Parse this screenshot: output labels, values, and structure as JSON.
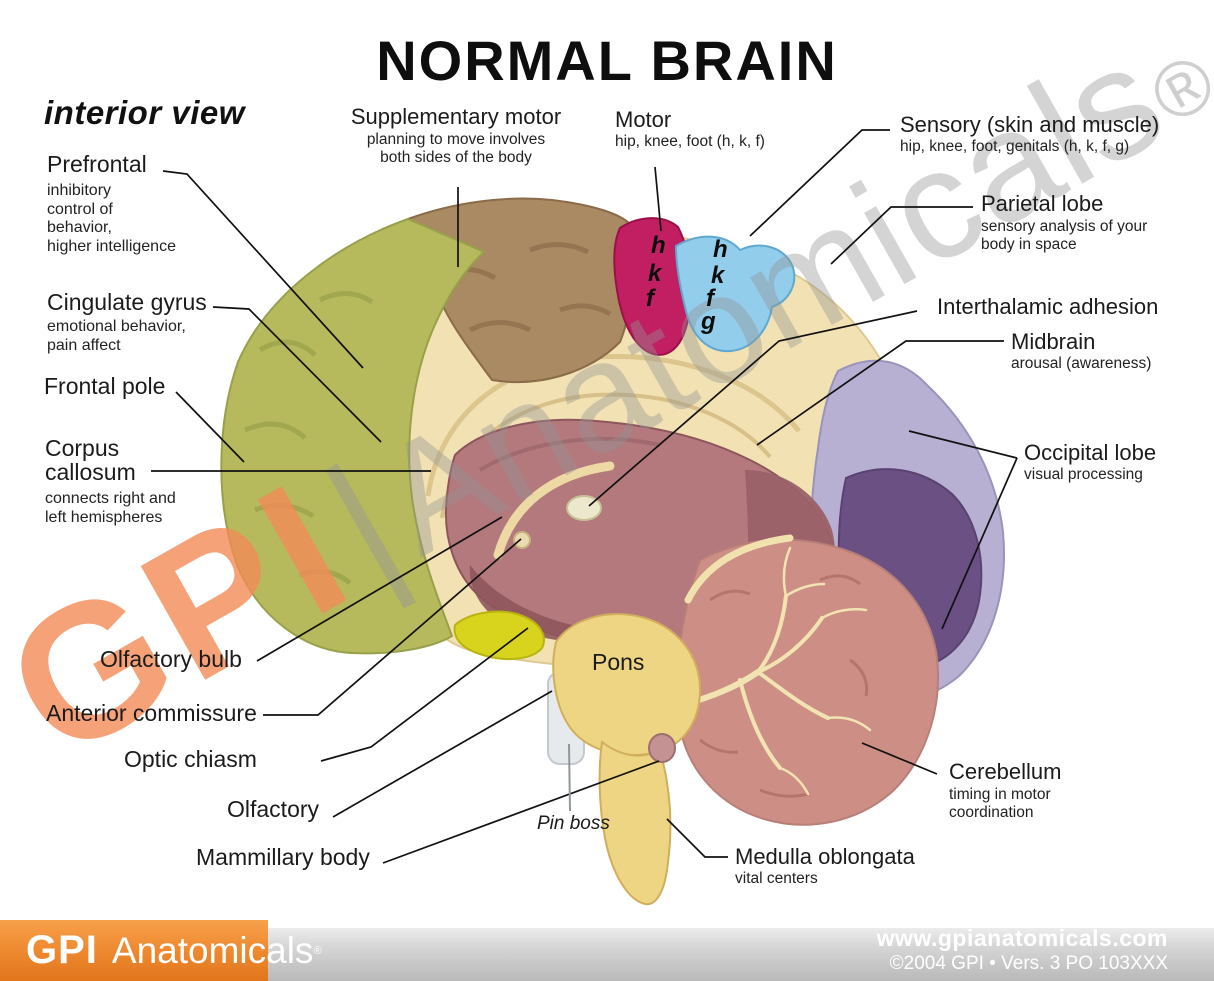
{
  "title": "NORMAL BRAIN",
  "view_label": "interior view",
  "labels": {
    "prefrontal": {
      "name": "Prefrontal",
      "line1": "inhibitory",
      "line2": "control of",
      "line3": "behavior,",
      "line4": "higher intelligence"
    },
    "supplementary_motor": {
      "name": "Supplementary motor",
      "line1": "planning to move involves",
      "line2": "both sides of the body"
    },
    "motor": {
      "name": "Motor",
      "line1": "hip, knee, foot (h, k, f)"
    },
    "sensory": {
      "name": "Sensory (skin and muscle)",
      "line1": "hip, knee, foot, genitals (h, k, f, g)"
    },
    "parietal": {
      "name": "Parietal lobe",
      "line1": "sensory analysis of your",
      "line2": "body in space"
    },
    "cingulate": {
      "name": "Cingulate gyrus",
      "line1": "emotional behavior,",
      "line2": "pain affect"
    },
    "frontal_pole": {
      "name": "Frontal pole"
    },
    "corpus_callosum": {
      "name1": "Corpus",
      "name2": "callosum",
      "line1": "connects right and",
      "line2": "left hemispheres"
    },
    "interthalamic": {
      "name": "Interthalamic adhesion"
    },
    "midbrain": {
      "name": "Midbrain",
      "line1": "arousal (awareness)"
    },
    "occipital": {
      "name": "Occipital lobe",
      "line1": "visual processing"
    },
    "olfactory_bulb": {
      "name": "Olfactory bulb"
    },
    "anterior_commissure": {
      "name": "Anterior commissure"
    },
    "optic_chiasm": {
      "name": "Optic chiasm"
    },
    "olfactory": {
      "name": "Olfactory"
    },
    "mammillary": {
      "name": "Mammillary body"
    },
    "pons": {
      "name": "Pons"
    },
    "pin_boss": {
      "name": "Pin boss"
    },
    "cerebellum": {
      "name": "Cerebellum",
      "line1": "timing in motor",
      "line2": "coordination"
    },
    "medulla": {
      "name": "Medulla oblongata",
      "line1": "vital centers"
    }
  },
  "region_letters": {
    "motor": [
      "h",
      "k",
      "f"
    ],
    "sensory": [
      "h",
      "k",
      "f",
      "g"
    ]
  },
  "watermark": {
    "gpi": "GPI",
    "divider": "|",
    "name": "Anatomicals",
    "reg": "®"
  },
  "footer": {
    "logo_gpi": "GPI",
    "logo_name": "Anatomicals",
    "logo_reg": "®",
    "website": "www.gpianatomicals.com",
    "copyright": "©2004 GPI • Vers. 3 PO 103XXX"
  },
  "colors": {
    "frontal_olive": "#b6ba5d",
    "superior_brown": "#a98a63",
    "motor_magenta": "#c21f63",
    "sensory_blue": "#92cdec",
    "cortex_cream": "#f2e2b3",
    "occipital_lavender": "#b7b0d2",
    "occipital_purple": "#6b5084",
    "thalamus_mauve": "#b3797d",
    "midbrain_dark": "#9a6168",
    "cerebellum_salmon": "#cd8f85",
    "brainstem_gold": "#eed584",
    "optic_yellow": "#d8d41e",
    "pin_boss_gray": "#e7eaed",
    "footer_orange": "#ed8327",
    "watermark_orange": "#f28b58"
  }
}
